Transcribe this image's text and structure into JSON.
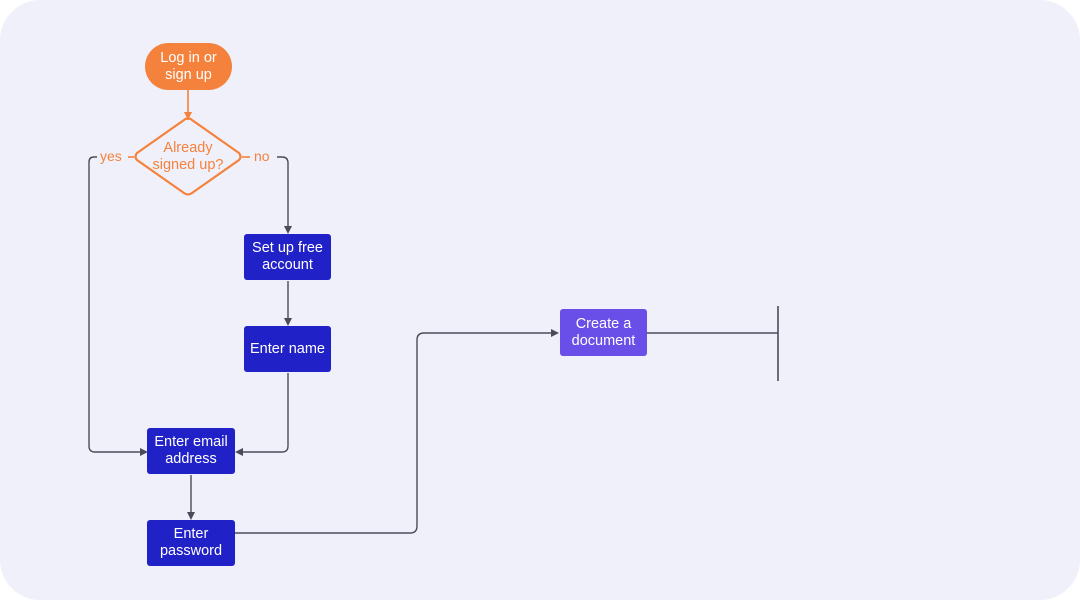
{
  "colors": {
    "background": "#f0f0fa",
    "start": "#f5823c",
    "decision": "#f5823c",
    "process": "#2121c8",
    "highlight": "#6a4ee8",
    "connector": "#4a4a5a",
    "text_light": "#ffffff"
  },
  "nodes": {
    "start": {
      "label": "Log in or\nsign up",
      "type": "terminal"
    },
    "decision": {
      "label": "Already\nsigned up?",
      "type": "decision"
    },
    "setup": {
      "label": "Set up free\naccount",
      "type": "process"
    },
    "name": {
      "label": "Enter name",
      "type": "process"
    },
    "email": {
      "label": "Enter email\naddress",
      "type": "process"
    },
    "password": {
      "label": "Enter\npassword",
      "type": "process"
    },
    "document": {
      "label": "Create a\ndocument",
      "type": "process"
    }
  },
  "edges": {
    "yes_label": "yes",
    "no_label": "no"
  }
}
